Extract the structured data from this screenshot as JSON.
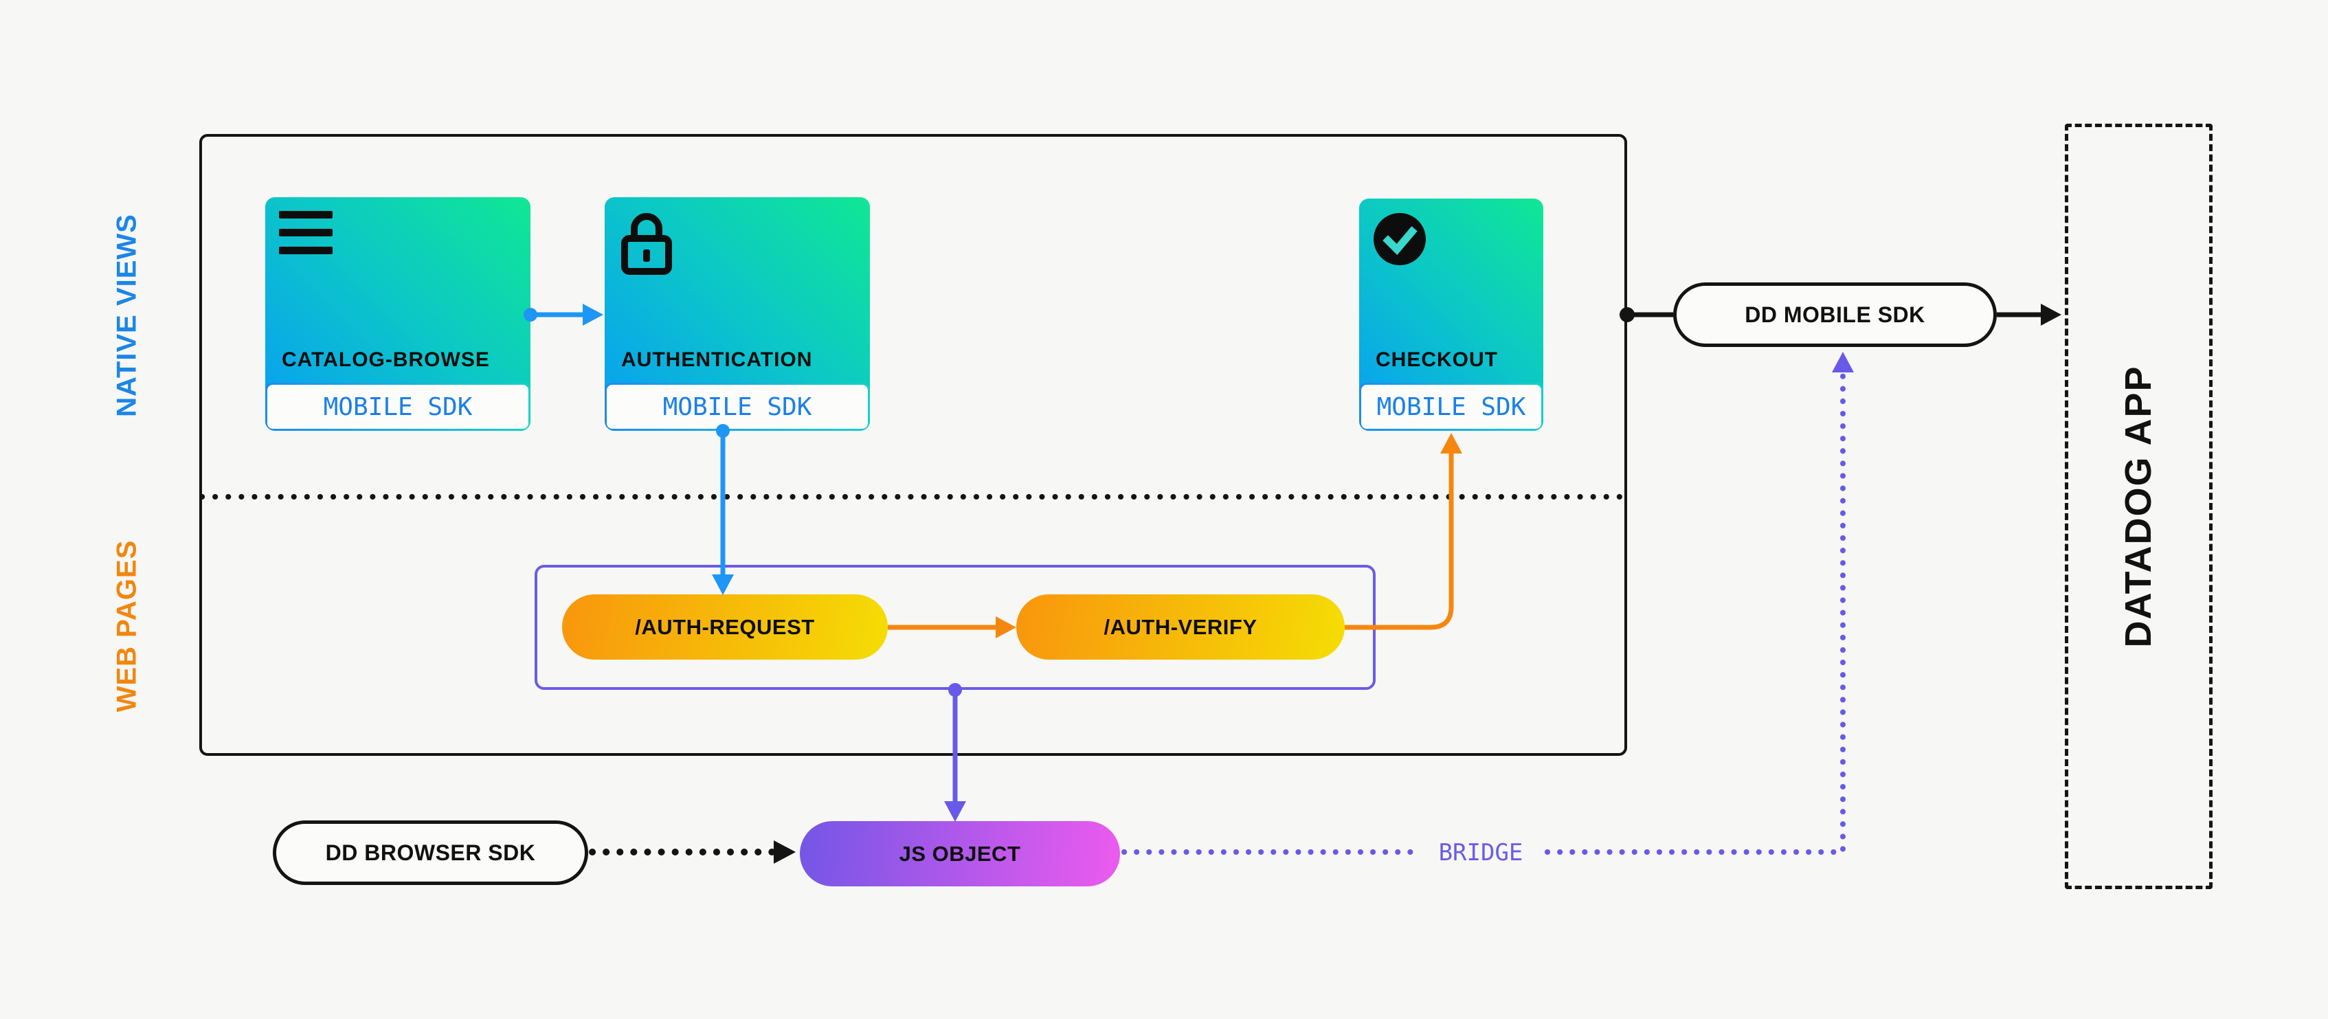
{
  "diagram": {
    "background": "#f7f7f5",
    "groups": {
      "native_views_label": "NATIVE VIEWS",
      "web_pages_label": "WEB PAGES",
      "datadog_app_label": "DATADOG APP"
    },
    "cards": [
      {
        "id": "catalog-browse",
        "title": "CATALOG-BROWSE",
        "badge": "MOBILE SDK",
        "icon": "menu-icon"
      },
      {
        "id": "authentication",
        "title": "AUTHENTICATION",
        "badge": "MOBILE SDK",
        "icon": "lock-icon"
      },
      {
        "id": "checkout",
        "title": "CHECKOUT",
        "badge": "MOBILE SDK",
        "icon": "check-icon"
      }
    ],
    "endpoints": [
      {
        "label": "/AUTH-REQUEST"
      },
      {
        "label": "/AUTH-VERIFY"
      }
    ],
    "nodes": {
      "js_object": "JS OBJECT",
      "dd_browser_sdk": "DD BROWSER SDK",
      "dd_mobile_sdk": "DD MOBILE SDK"
    },
    "edge_label_bridge": "BRIDGE",
    "edges": [
      {
        "from": "catalog-browse",
        "to": "authentication",
        "style": "solid",
        "color": "blue"
      },
      {
        "from": "authentication",
        "to": "/auth-request",
        "style": "solid",
        "color": "blue"
      },
      {
        "from": "/auth-request",
        "to": "/auth-verify",
        "style": "solid",
        "color": "orange"
      },
      {
        "from": "/auth-verify",
        "to": "checkout",
        "style": "solid",
        "color": "orange"
      },
      {
        "from": "web-pages-group",
        "to": "js-object",
        "style": "solid",
        "color": "purple"
      },
      {
        "from": "dd-browser-sdk",
        "to": "js-object",
        "style": "dotted",
        "color": "black"
      },
      {
        "from": "js-object",
        "to": "dd-mobile-sdk",
        "style": "dotted",
        "color": "purple",
        "label": "BRIDGE"
      },
      {
        "from": "native-views-group",
        "to": "dd-mobile-sdk",
        "style": "solid",
        "color": "black"
      },
      {
        "from": "dd-mobile-sdk",
        "to": "datadog-app",
        "style": "solid",
        "color": "black"
      }
    ],
    "colors": {
      "blue": "#1e96f5",
      "blue_text": "#1b86e8",
      "orange": "#f5870f",
      "orange_text": "#f2860d",
      "purple": "#685ae8",
      "card_gradient_start": "#089df5",
      "card_gradient_end": "#10e794",
      "pill_gradient_start": "#f8960d",
      "pill_gradient_end": "#f5dd04",
      "js_gradient_start": "#7456e6",
      "js_gradient_end": "#ec5bee",
      "black": "#141414",
      "background": "#f7f7f5",
      "check_mark": "#38d8cc"
    }
  }
}
